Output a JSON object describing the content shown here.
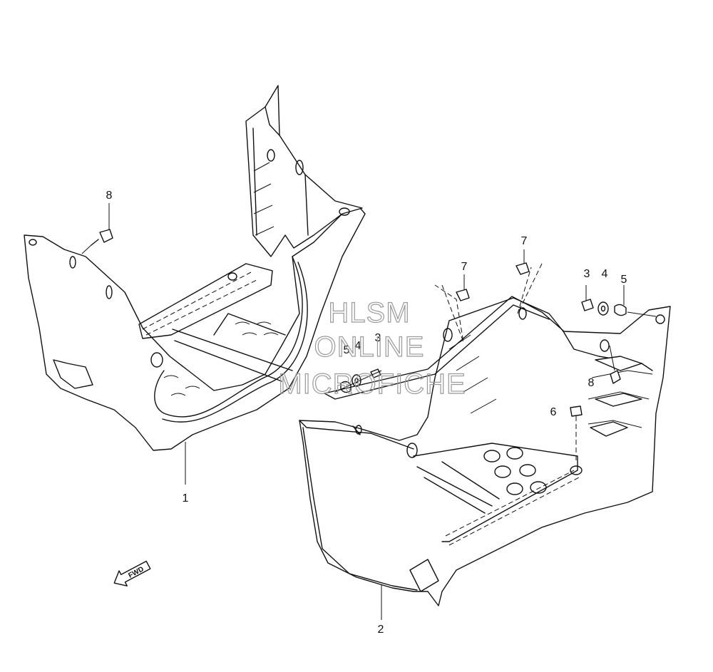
{
  "diagram": {
    "callouts": {
      "p1": "1",
      "p2": "2",
      "left_8": "8",
      "left_5": "5",
      "left_4": "4",
      "left_3": "3",
      "right_7a": "7",
      "right_7b": "7",
      "right_3": "3",
      "right_4": "4",
      "right_5": "5",
      "right_8": "8",
      "right_6": "6"
    },
    "watermark": {
      "line1": "HLSM",
      "line2": "ONLINE",
      "line3": "MICROFICHE"
    },
    "fwd_arrow_text": "FWD"
  }
}
